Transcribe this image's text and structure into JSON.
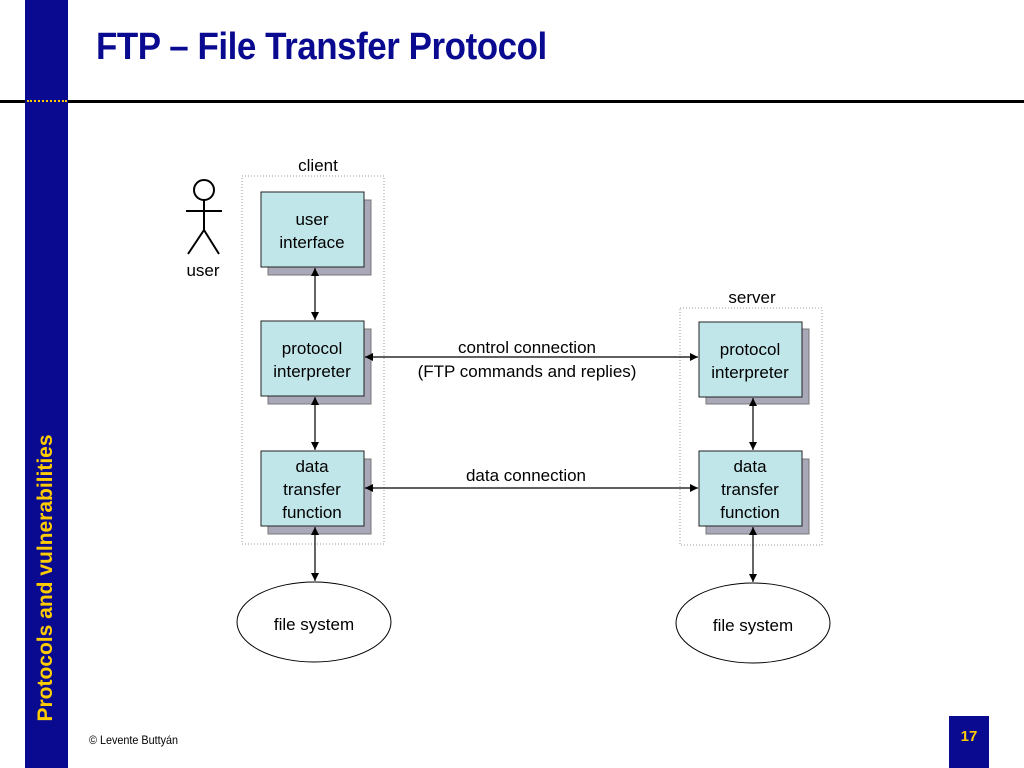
{
  "slide": {
    "title": "FTP – File Transfer Protocol",
    "sidebar_label": "Protocols and vulnerabilities",
    "footer_copyright": "©   Levente Buttyán",
    "page_number": "17"
  },
  "colors": {
    "brand_blue": "#0a0a91",
    "accent_yellow": "#ffcc00",
    "box_fill": "#c1e6ea",
    "box_shadow": "#a8a8b8"
  },
  "diagram": {
    "actor_label": "user",
    "client_label": "client",
    "server_label": "server",
    "client_ui": [
      "user",
      "interface"
    ],
    "client_pi": [
      "protocol",
      "interpreter"
    ],
    "client_dtf": [
      "data",
      "transfer",
      "function"
    ],
    "server_pi": [
      "protocol",
      "interpreter"
    ],
    "server_dtf": [
      "data",
      "transfer",
      "function"
    ],
    "client_fs": "file system",
    "server_fs": "file system",
    "control_connection": [
      "control connection",
      "(FTP commands and replies)"
    ],
    "data_connection": "data connection"
  }
}
